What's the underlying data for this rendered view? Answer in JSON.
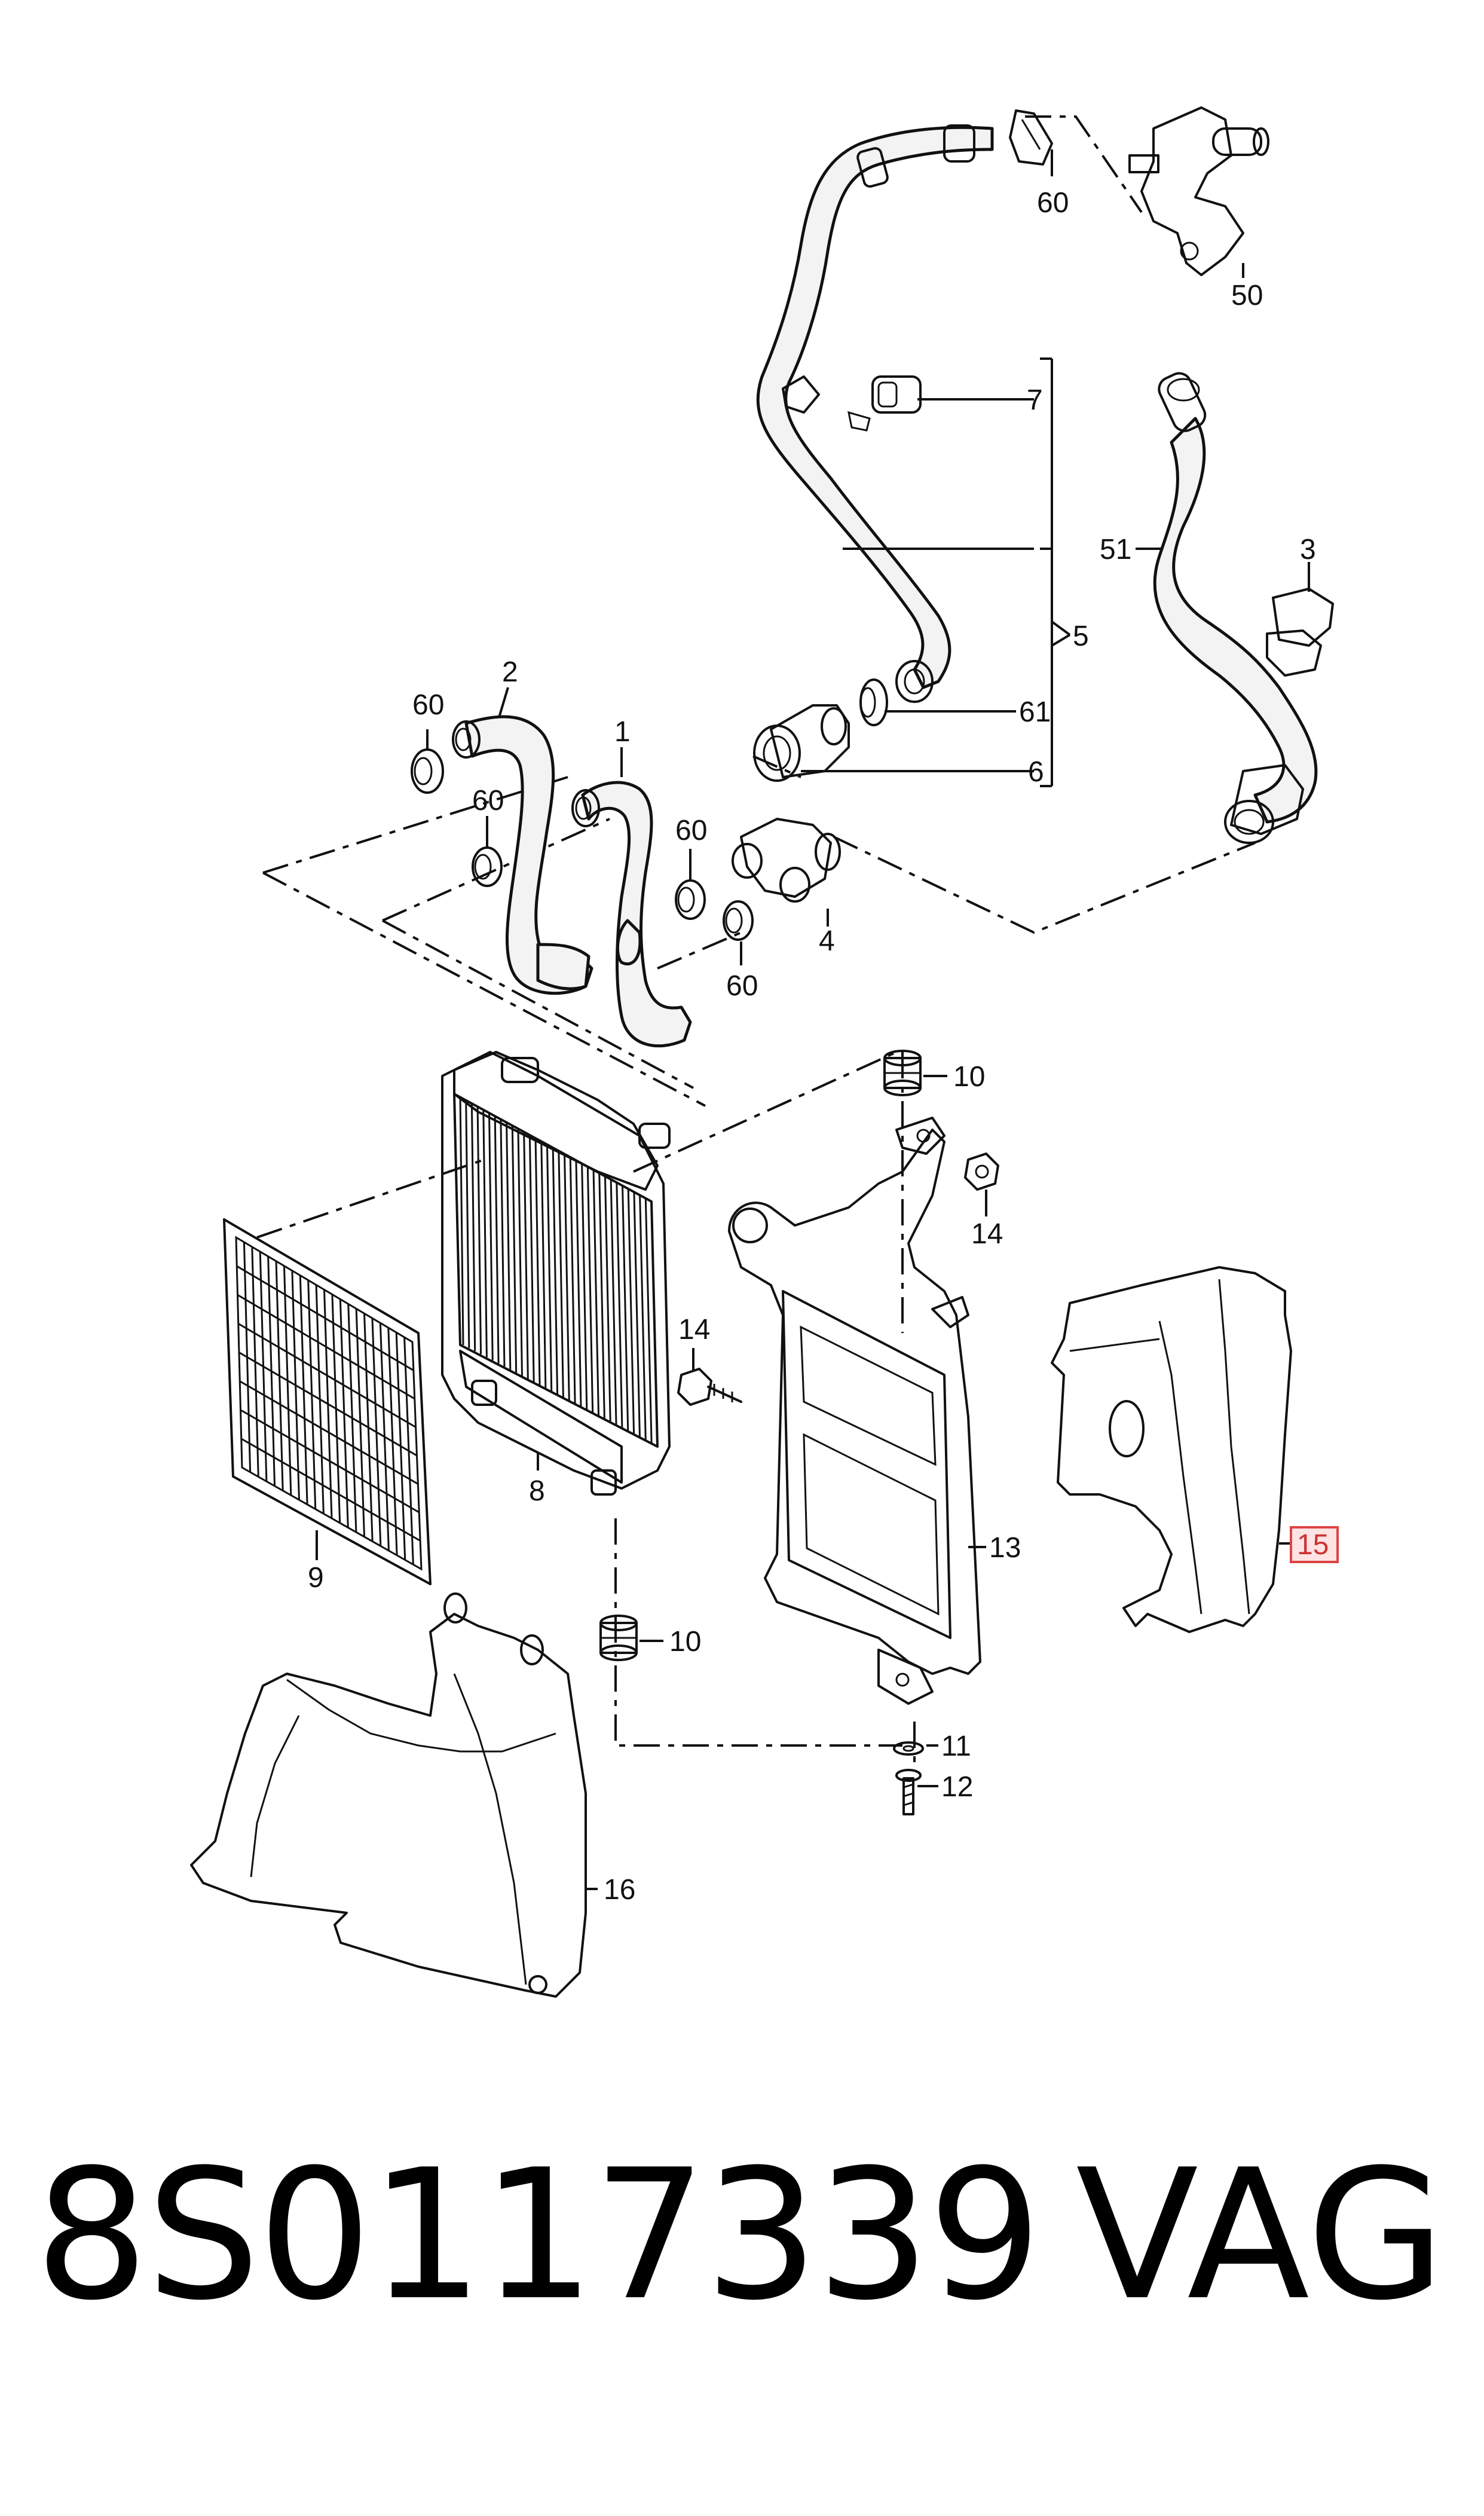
{
  "callouts": {
    "c1": "1",
    "c2": "2",
    "c3": "3",
    "c4": "4",
    "c5": "5",
    "c6": "6",
    "c7": "7",
    "c8": "8",
    "c9": "9",
    "c10a": "10",
    "c10b": "10",
    "c11": "11",
    "c12": "12",
    "c13": "13",
    "c14a": "14",
    "c14b": "14",
    "c15": "15",
    "c16": "16",
    "c50": "50",
    "c51": "51",
    "c60a": "60",
    "c60b": "60",
    "c60c": "60",
    "c60d": "60",
    "c60e": "60",
    "c61": "61"
  },
  "highlight_color": "#d44444",
  "footer": {
    "part_number": "8S0117339",
    "brand": "VAG"
  }
}
